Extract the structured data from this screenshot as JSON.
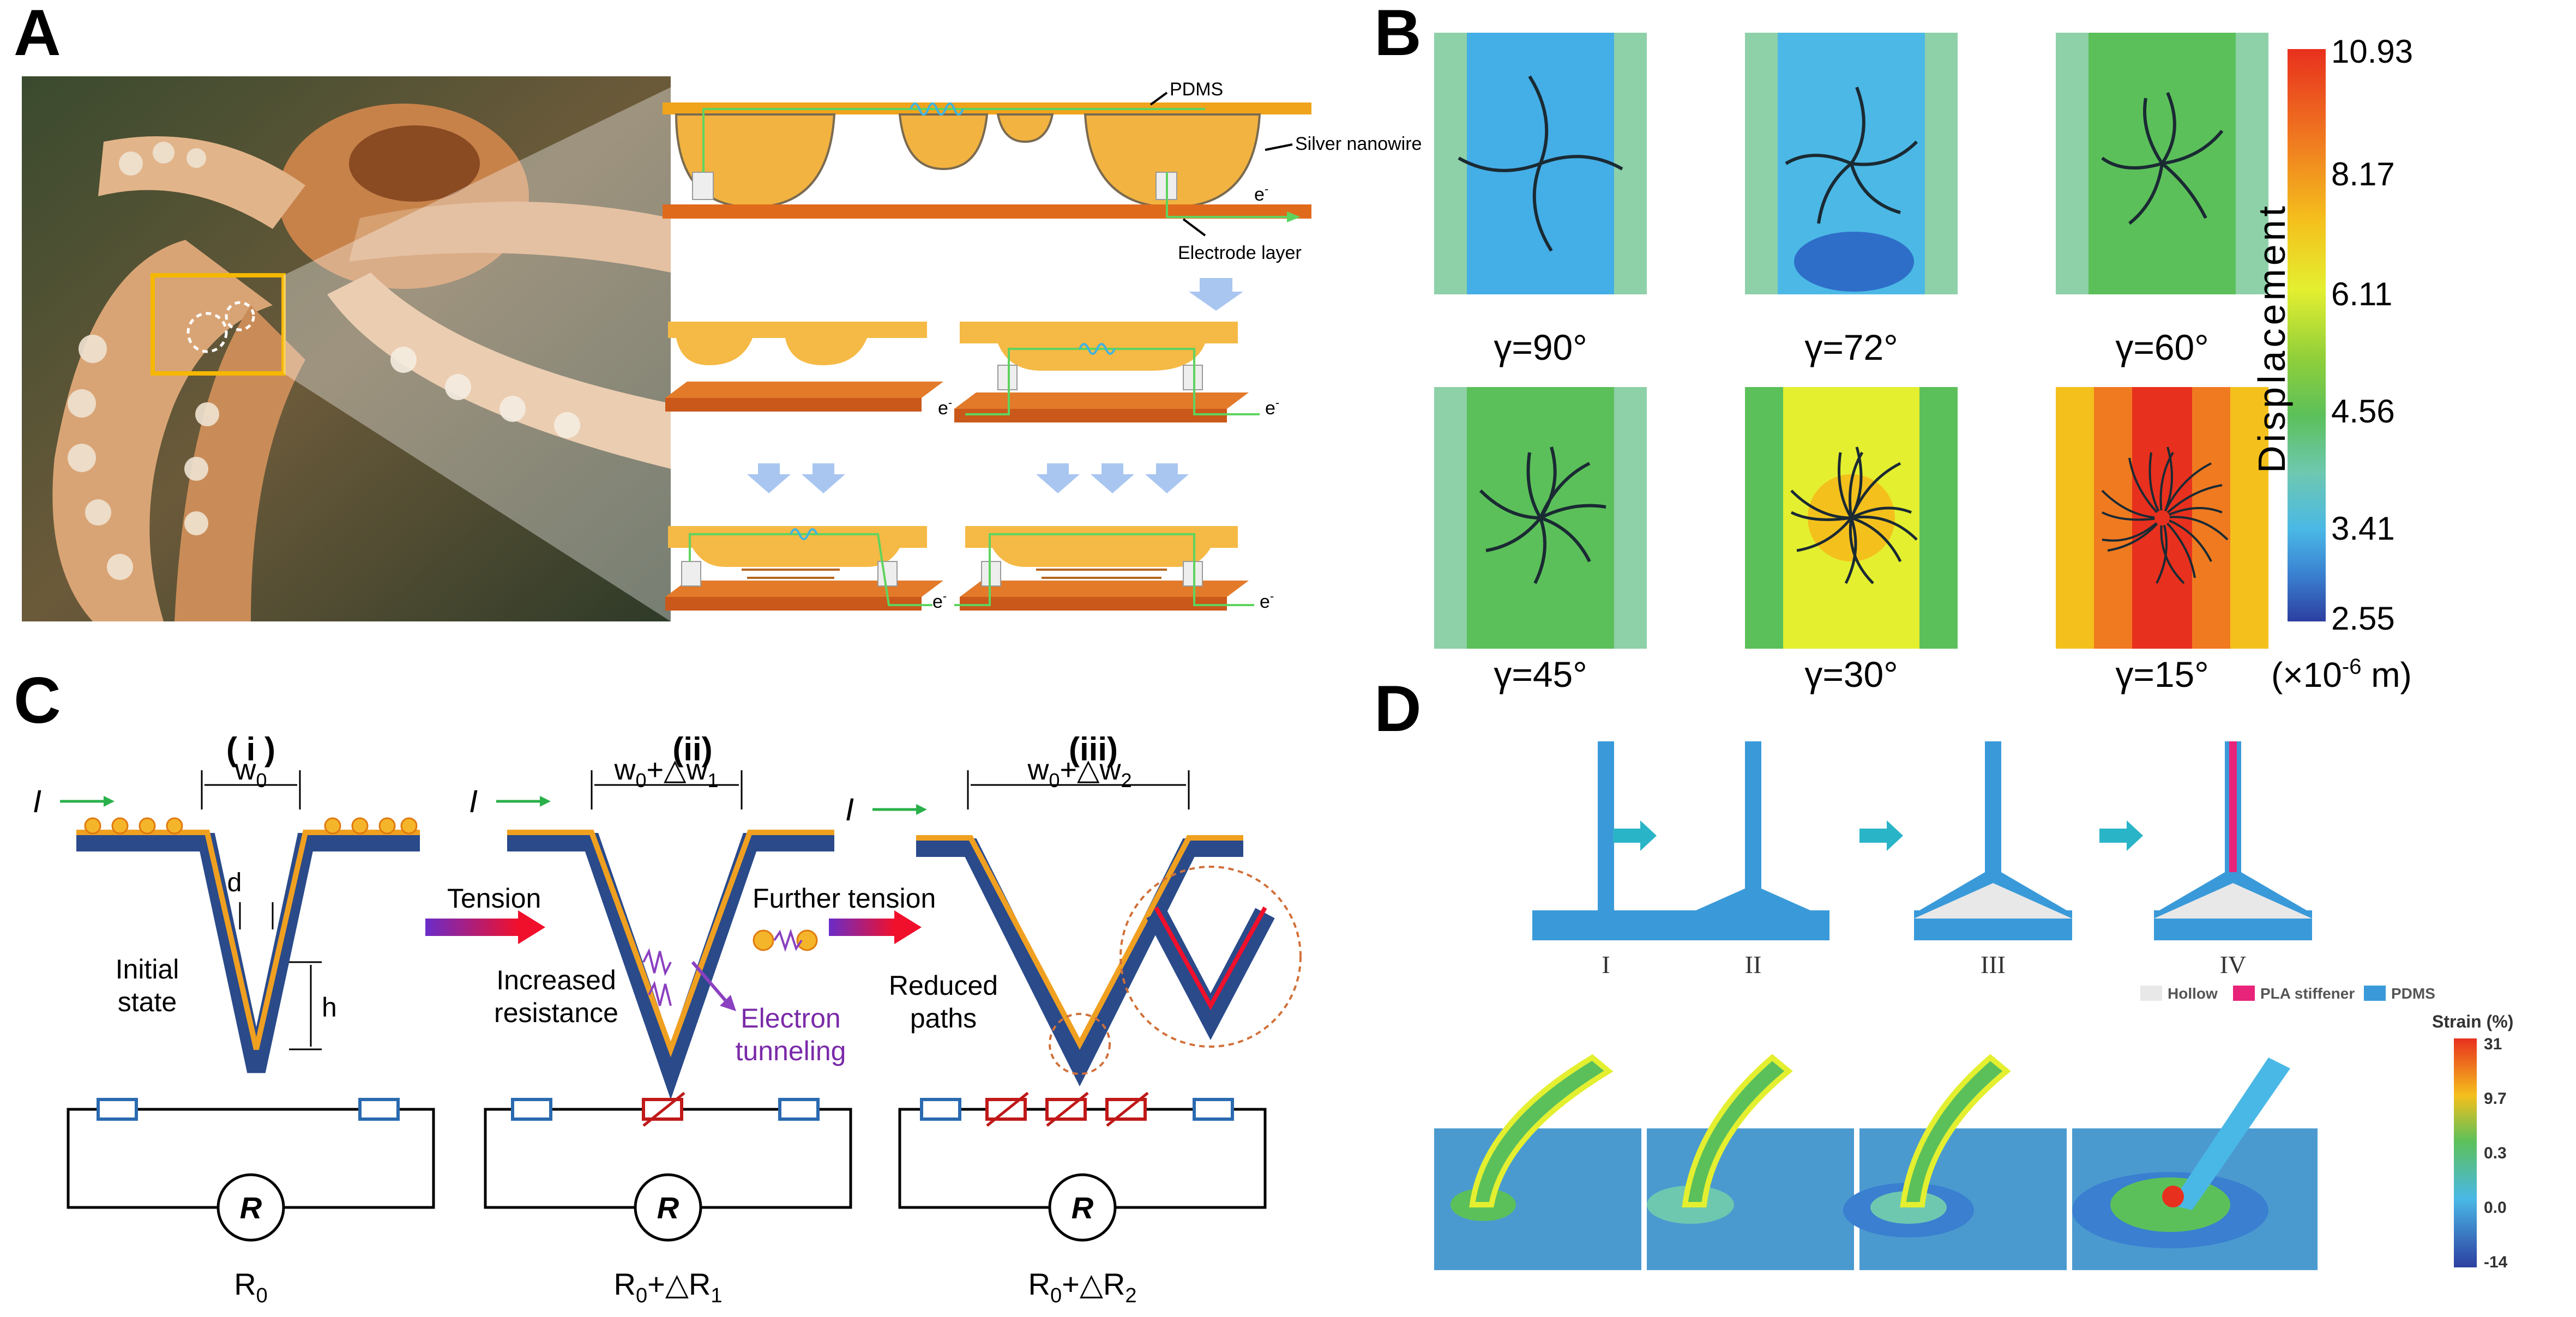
{
  "panels": {
    "a": "A",
    "b": "B",
    "c": "C",
    "d": "D"
  },
  "panel_a": {
    "pdms": "PDMS",
    "silver": "Silver nanowire",
    "electrode": "Electrode layer",
    "electron": "e",
    "minus": "-"
  },
  "panel_b": {
    "gammas": [
      "γ=90°",
      "γ=72°",
      "γ=60°",
      "γ=45°",
      "γ=30°",
      "γ=15°"
    ],
    "colorbar_title": "Displacement",
    "ticks": [
      "10.93",
      "8.17",
      "6.11",
      "4.56",
      "3.41",
      "2.55"
    ],
    "unit": "(×10",
    "unit_exp": "-6",
    "unit_tail": " m)"
  },
  "panel_c": {
    "labels_i": "( i )",
    "labels_ii": "(ii)",
    "labels_iii": "(iii)",
    "w0": "w",
    "w0_sub": "0",
    "w1": "w",
    "w1_sub": "0",
    "w1_plus": "+△w",
    "w1_sub2": "1",
    "w2": "w",
    "w2_sub": "0",
    "w2_plus": "+△w",
    "w2_sub2": "2",
    "d": "d",
    "h": "h",
    "current": "I",
    "initial1": "Initial",
    "initial2": "state",
    "tension": "Tension",
    "further": "Further tension",
    "increased1": "Increased",
    "increased2": "resistance",
    "electron1": "Electron",
    "electron2": "tunneling",
    "reduced1": "Reduced",
    "reduced2": "paths",
    "R": "R",
    "r0": "R",
    "r0_sub": "0",
    "r1": "R",
    "r1_sub": "0",
    "r1_plus": "+△R",
    "r1_sub2": "1",
    "r2": "R",
    "r2_sub": "0",
    "r2_plus": "+△R",
    "r2_sub2": "2"
  },
  "panel_d": {
    "roman": [
      "I",
      "II",
      "III",
      "IV"
    ],
    "legend": [
      "Hollow",
      "PLA stiffener",
      "PDMS"
    ],
    "legend_colors": [
      "#e8e8e8",
      "#e8247a",
      "#3a9ad9"
    ],
    "strain_title": "Strain (%)",
    "strain_ticks": [
      "31",
      "9.7",
      "0.3",
      "0.0",
      "-14"
    ]
  }
}
